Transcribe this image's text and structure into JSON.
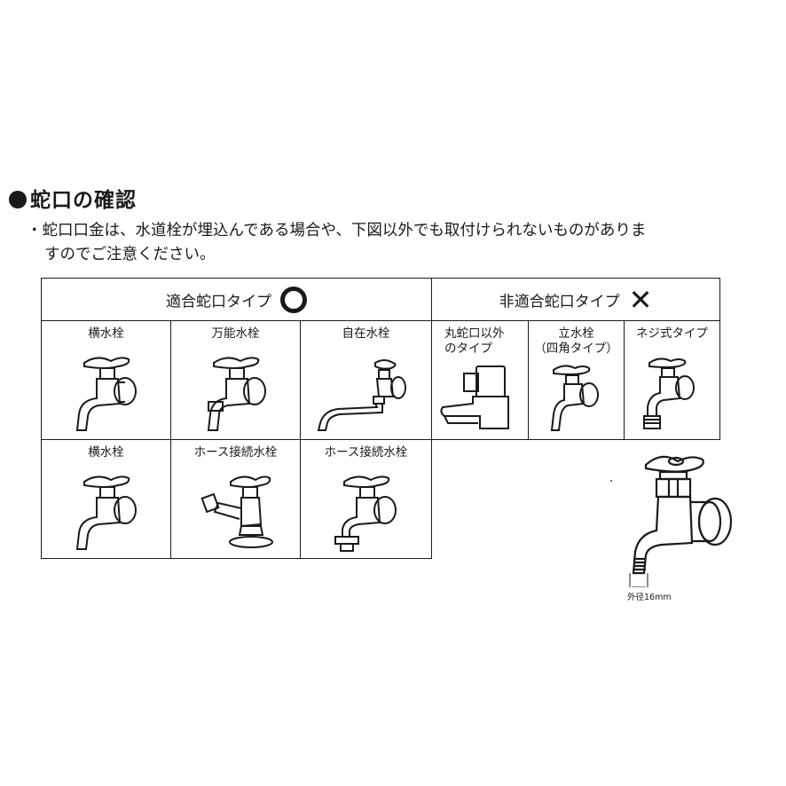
{
  "heading": "蛇口の確認",
  "note": {
    "line1": "・蛇口口金は、水道栓が埋込んである場合や、下図以外でも取付けられないものがありま",
    "line2": "すのでご注意ください。"
  },
  "suitable": {
    "header": "適合蛇口タイプ",
    "items": [
      {
        "label": "横水栓",
        "icon": "horizontal-faucet-icon"
      },
      {
        "label": "万能水栓",
        "icon": "universal-faucet-icon"
      },
      {
        "label": "自在水栓",
        "icon": "swivel-faucet-icon"
      },
      {
        "label": "横水栓",
        "icon": "horizontal-faucet-icon"
      },
      {
        "label": "ホース接続水栓",
        "icon": "hose-faucet-icon"
      },
      {
        "label": "ホース接続水栓",
        "icon": "hose-faucet-icon"
      }
    ]
  },
  "unsuitable": {
    "header": "非適合蛇口タイプ",
    "items": [
      {
        "label_line1": "丸蛇口以外",
        "label_line2": "のタイプ",
        "icon": "non-round-faucet-icon"
      },
      {
        "label_line1": "立水栓",
        "label_line2": "（四角タイプ）",
        "icon": "standing-faucet-icon"
      },
      {
        "label_line1": "ネジ式タイプ",
        "label_line2": "",
        "icon": "threaded-faucet-icon"
      }
    ]
  },
  "dimension_label": "外径16mm",
  "colors": {
    "ink": "#1a1a1a",
    "background": "#ffffff"
  }
}
